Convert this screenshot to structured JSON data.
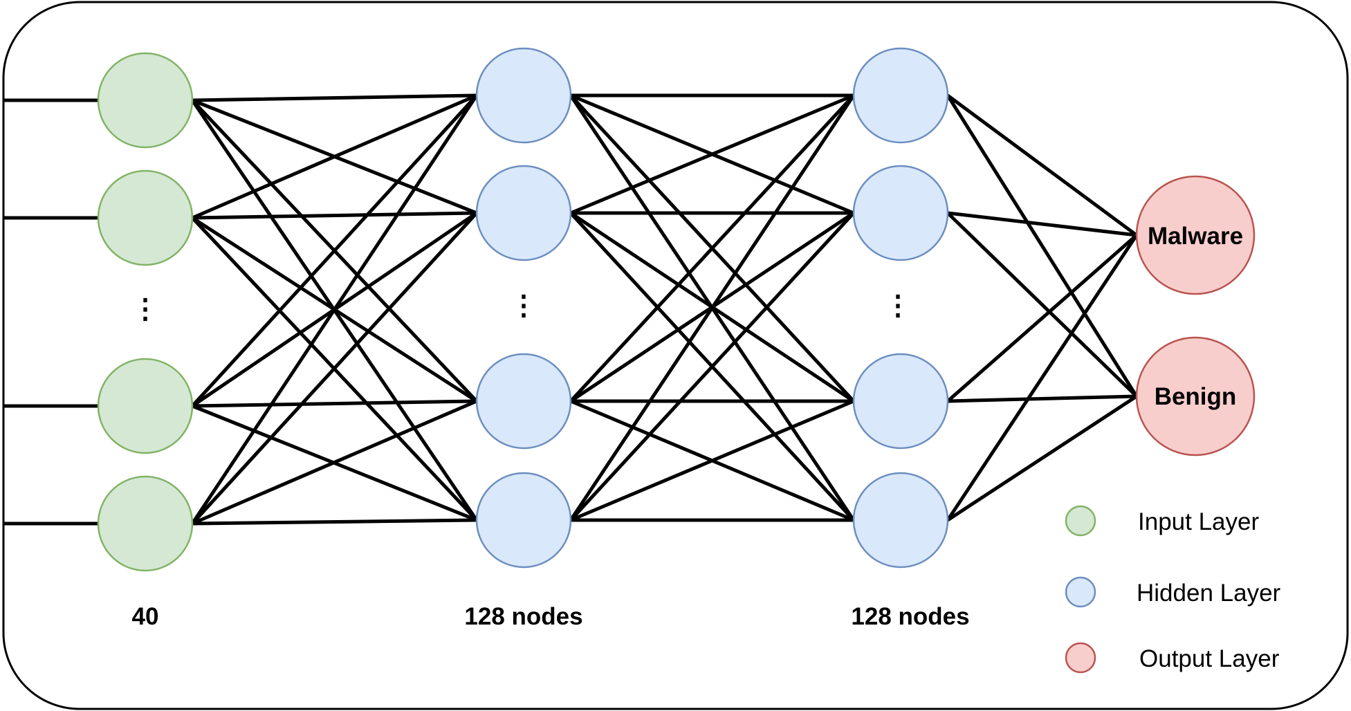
{
  "colors": {
    "input_fill": "#d5e8d4",
    "input_stroke": "#82b366",
    "hidden_fill": "#dae8fc",
    "hidden_stroke": "#6c8ebf",
    "output_fill": "#f8cecc",
    "output_stroke": "#b85450",
    "edge": "#000000"
  },
  "layers": [
    {
      "id": "input",
      "count_label": "40",
      "ellipsis": "⋮"
    },
    {
      "id": "hidden1",
      "count_label": "128 nodes",
      "ellipsis": "⋮"
    },
    {
      "id": "hidden2",
      "count_label": "128 nodes",
      "ellipsis": "⋮"
    }
  ],
  "outputs": [
    {
      "label": "Malware"
    },
    {
      "label": "Benign"
    }
  ],
  "legend": [
    {
      "label": "Input Layer",
      "color": "input"
    },
    {
      "label": "Hidden Layer",
      "color": "hidden"
    },
    {
      "label": "Output Layer",
      "color": "output"
    }
  ]
}
